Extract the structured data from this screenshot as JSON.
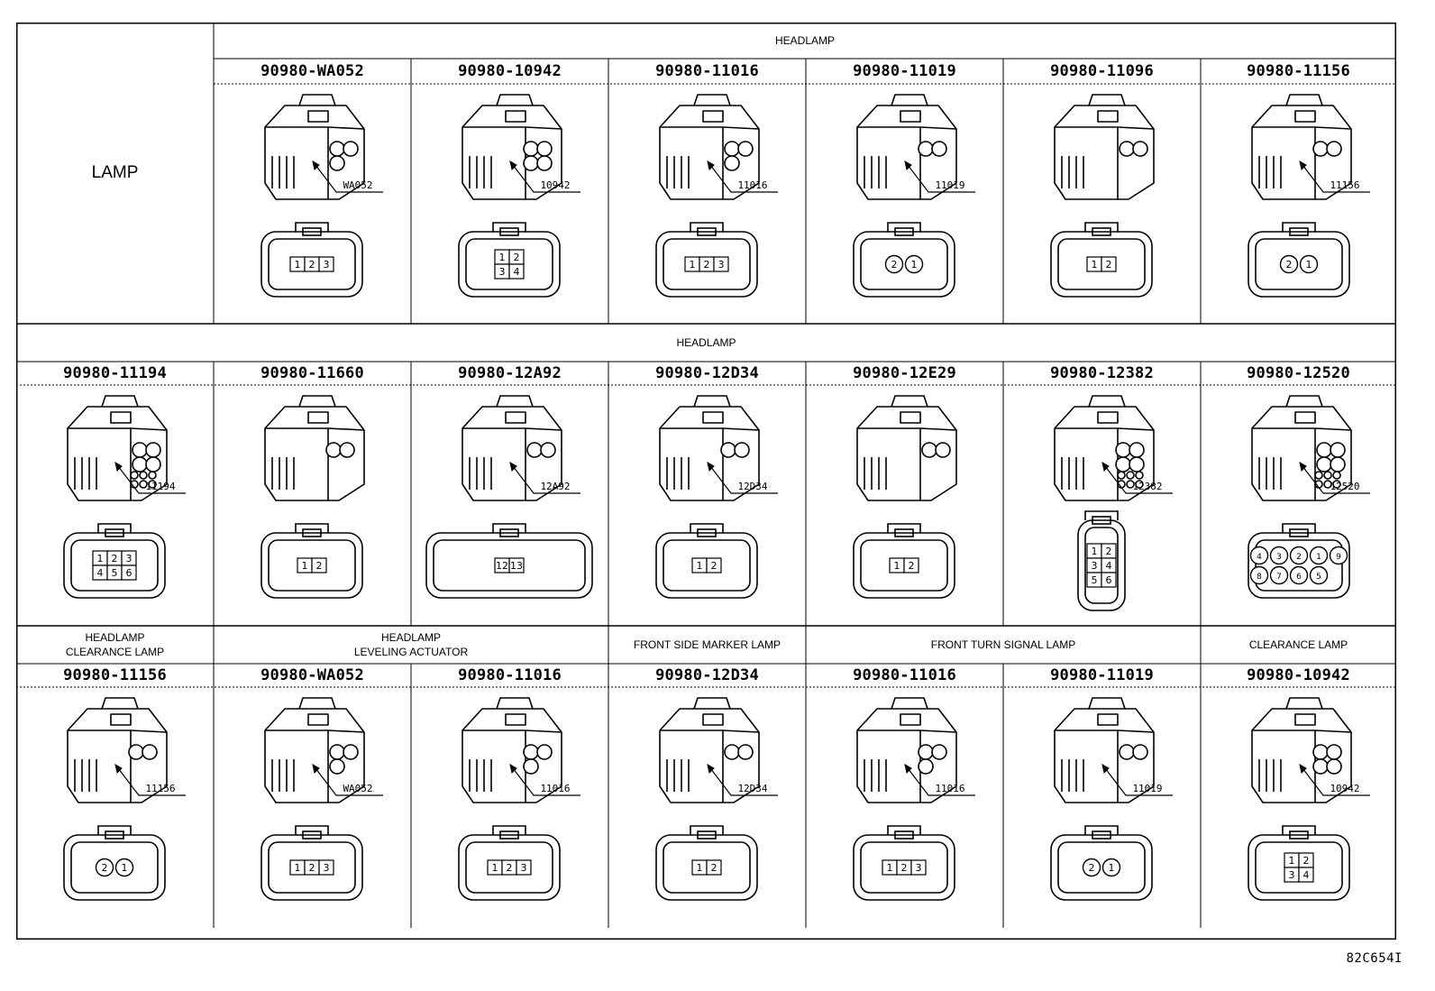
{
  "table": {
    "corner_label": "LAMP",
    "rows": [
      {
        "groups": [
          {
            "label": "HEADLAMP",
            "span": 6
          }
        ],
        "first_col_in_groups": false,
        "connectors": [
          {
            "part": "90980-WA052",
            "tag": "WA052",
            "face": "3-pin",
            "pins": [
              "1",
              "2",
              "3"
            ]
          },
          {
            "part": "90980-10942",
            "tag": "10942",
            "face": "4-pin-square",
            "pins": [
              "1",
              "2",
              "3",
              "4"
            ]
          },
          {
            "part": "90980-11016",
            "tag": "11016",
            "face": "3-pin-tri",
            "pins": [
              "1",
              "2",
              "3"
            ]
          },
          {
            "part": "90980-11019",
            "tag": "11019",
            "face": "2-pin-round",
            "pins": [
              "2",
              "1"
            ]
          },
          {
            "part": "90980-11096",
            "tag": "",
            "face": "2-pin-oval",
            "pins": [
              "1",
              "2"
            ]
          },
          {
            "part": "90980-11156",
            "tag": "11156",
            "face": "2-pin-round",
            "pins": [
              "2",
              "1"
            ]
          }
        ]
      },
      {
        "groups": [
          {
            "label": "HEADLAMP",
            "span": 7
          }
        ],
        "first_col_in_groups": true,
        "connectors": [
          {
            "part": "90980-11194",
            "tag": "11194",
            "face": "6-pin",
            "pins": [
              "1",
              "2",
              "3",
              "4",
              "5",
              "6"
            ]
          },
          {
            "part": "90980-11660",
            "tag": "",
            "face": "2-pin-clip",
            "pins": [
              "1",
              "2"
            ]
          },
          {
            "part": "90980-12A92",
            "tag": "12A92",
            "face": "multi-pin",
            "pins": [
              "12",
              "13"
            ]
          },
          {
            "part": "90980-12D34",
            "tag": "12D34",
            "face": "2-pin-oval",
            "pins": [
              "1",
              "2"
            ]
          },
          {
            "part": "90980-12E29",
            "tag": "",
            "face": "2-pin-box",
            "pins": [
              "1",
              "2"
            ]
          },
          {
            "part": "90980-12382",
            "tag": "12382",
            "face": "6-pin-narrow",
            "pins": [
              "1",
              "2",
              "3",
              "4",
              "5",
              "6"
            ]
          },
          {
            "part": "90980-12520",
            "tag": "12520",
            "face": "9-pin-round",
            "pins": [
              "4",
              "3",
              "2",
              "1",
              "9",
              "8",
              "7",
              "6",
              "5"
            ]
          }
        ]
      },
      {
        "groups": [
          {
            "label": "HEADLAMP\nCLEARANCE LAMP",
            "span": 1
          },
          {
            "label": "HEADLAMP\nLEVELING ACTUATOR",
            "span": 2
          },
          {
            "label": "FRONT SIDE MARKER LAMP",
            "span": 1
          },
          {
            "label": "FRONT TURN SIGNAL LAMP",
            "span": 2
          },
          {
            "label": "CLEARANCE LAMP",
            "span": 1
          }
        ],
        "first_col_in_groups": true,
        "connectors": [
          {
            "part": "90980-11156",
            "tag": "11156",
            "face": "2-pin-round",
            "pins": [
              "2",
              "1"
            ]
          },
          {
            "part": "90980-WA052",
            "tag": "WA052",
            "face": "3-pin",
            "pins": [
              "1",
              "2",
              "3"
            ]
          },
          {
            "part": "90980-11016",
            "tag": "11016",
            "face": "3-pin-tri",
            "pins": [
              "1",
              "2",
              "3"
            ]
          },
          {
            "part": "90980-12D34",
            "tag": "12D34",
            "face": "2-pin-oval",
            "pins": [
              "1",
              "2"
            ]
          },
          {
            "part": "90980-11016",
            "tag": "11016",
            "face": "3-pin-tri",
            "pins": [
              "1",
              "2",
              "3"
            ]
          },
          {
            "part": "90980-11019",
            "tag": "11019",
            "face": "2-pin-round",
            "pins": [
              "2",
              "1"
            ]
          },
          {
            "part": "90980-10942",
            "tag": "10942",
            "face": "4-pin-square",
            "pins": [
              "1",
              "2",
              "3",
              "4"
            ]
          }
        ]
      }
    ]
  },
  "footer": {
    "figure_code": "82C654I"
  }
}
